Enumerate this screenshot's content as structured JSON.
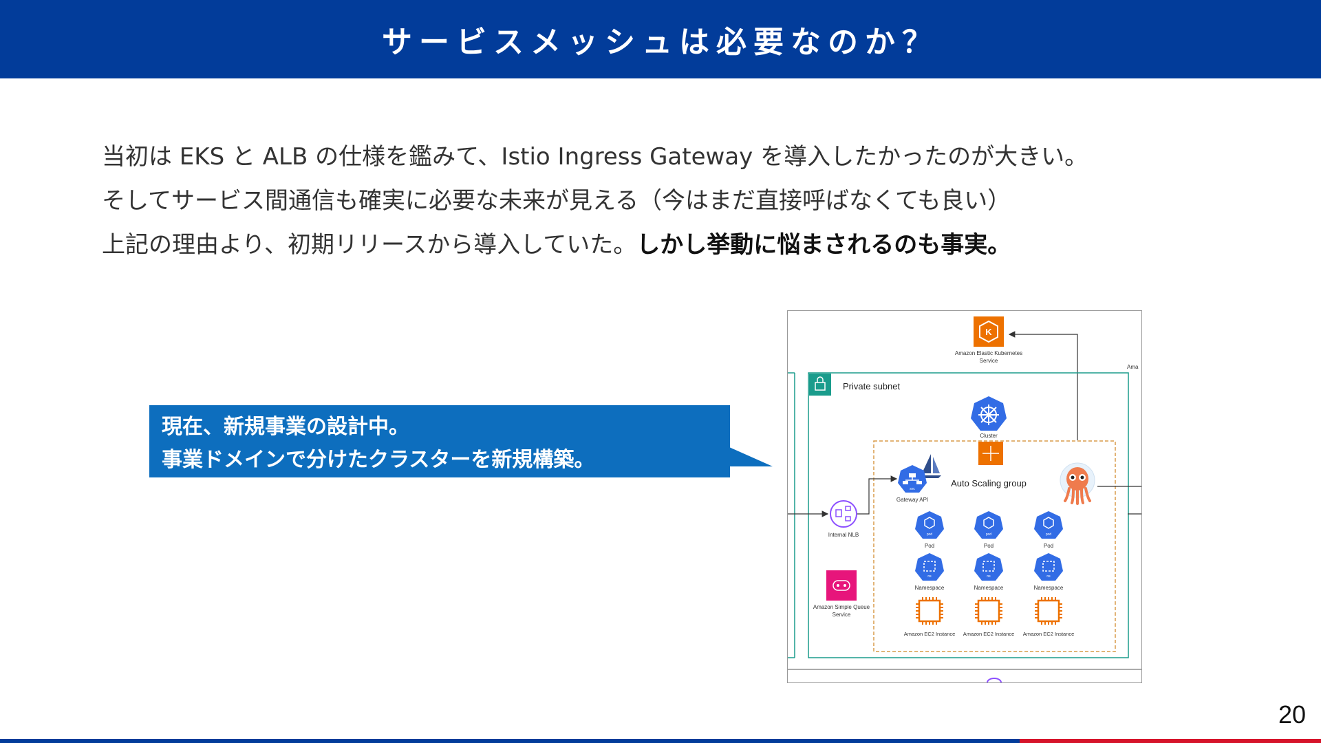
{
  "title": "サービスメッシュは必要なのか？",
  "body": {
    "line1": "当初は EKS と ALB の仕様を鑑みて、Istio Ingress Gateway を導入したかったのが大きい。",
    "line2": "そしてサービス間通信も確実に必要な未来が見える（今はまだ直接呼ばなくても良い）",
    "line3_normal": "上記の理由より、初期リリースから導入していた。",
    "line3_bold": "しかし挙動に悩まされるのも事実。"
  },
  "callout": {
    "line1": "現在、新規事業の設計中。",
    "line2": "事業ドメインで分けたクラスターを新規構築。"
  },
  "diagram": {
    "eks_label_1": "Amazon Elastic Kubernetes",
    "eks_label_2": "Service",
    "edge_label": "Ama",
    "private_subnet": "Private subnet",
    "cluster": "Cluster",
    "asg": "Auto Scaling group",
    "gateway_api": "Gateway API",
    "svc": "svc",
    "internal_nlb": "Internal NLB",
    "sqs_label_1": "Amazon Simple Queue",
    "sqs_label_2": "Service",
    "pod": "Pod",
    "pod_icon": "pod",
    "namespace": "Namespace",
    "ns_icon": "ns",
    "ec2": "Amazon EC2 Instance"
  },
  "page_number": "20",
  "colors": {
    "title_bar": "#023c9a",
    "callout": "#0d6ebe",
    "footer_red": "#d6142a",
    "k8s_blue": "#326ce5",
    "aws_orange": "#ed7100",
    "sqs_pink": "#e7157b",
    "subnet_teal": "#1a9c8c"
  },
  "icons": [
    "kubernetes-helm-icon",
    "aws-eks-icon",
    "lock-icon",
    "asg-icon",
    "gateway-svc-icon",
    "sail-icon",
    "nlb-icon",
    "sqs-icon",
    "pod-icon",
    "namespace-icon",
    "ec2-chip-icon",
    "argo-octopus-icon"
  ]
}
